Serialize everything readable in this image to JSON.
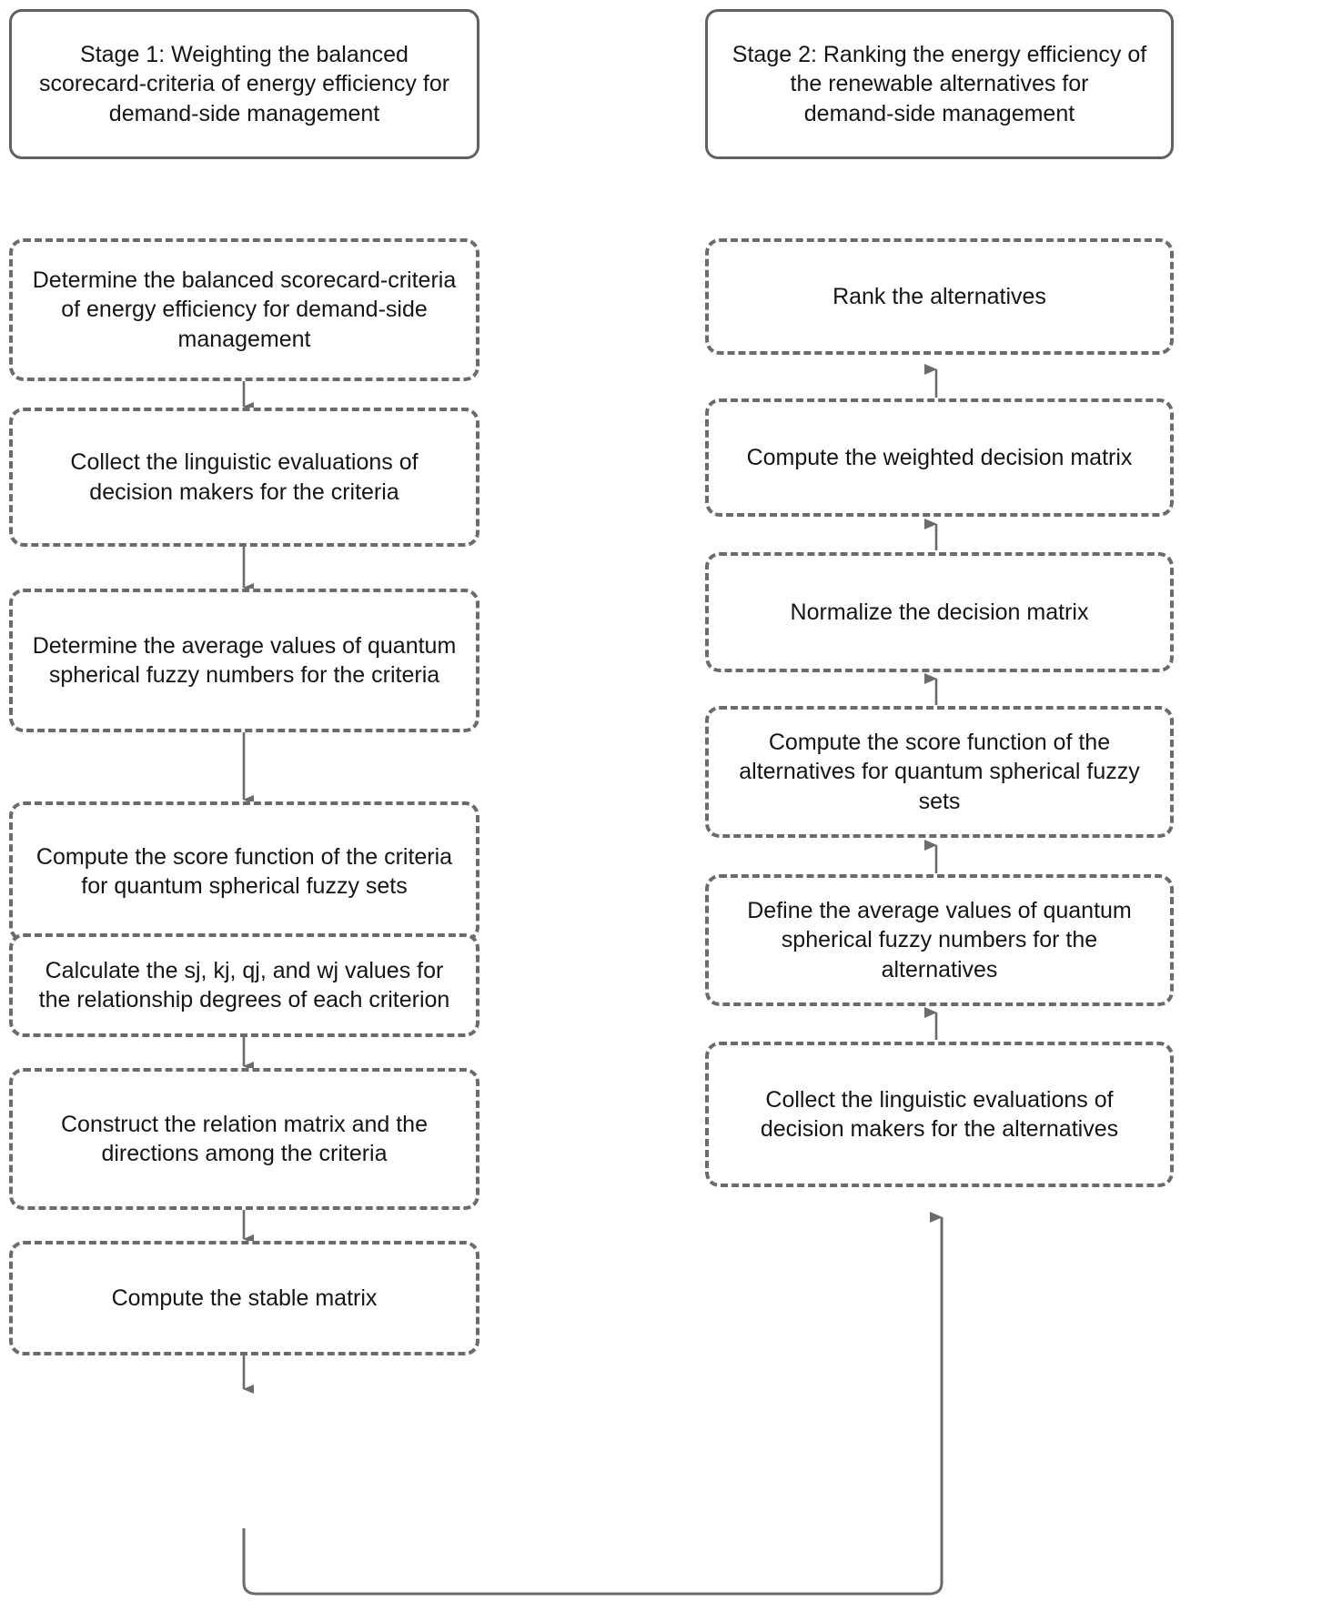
{
  "diagram": {
    "title_left": "Stage 1: Weighting the balanced scorecard-criteria of energy efficiency for demand-side management",
    "title_right": "Stage 2: Ranking the energy efficiency of the renewable alternatives for demand-side management",
    "line_color": "#6b6b6b",
    "header_border_color": "#616161",
    "text_color": "#151515"
  },
  "stage1": {
    "header": "Stage 1: Weighting the balanced\nscorecard-criteria of energy efficiency for\ndemand-side management",
    "steps": [
      {
        "id": "s1-1",
        "text": "Determine the balanced scorecard-criteria\nof energy efficiency for demand-side\nmanagement"
      },
      {
        "id": "s1-2",
        "text": "Collect the linguistic evaluations of\ndecision makers for the criteria"
      },
      {
        "id": "s1-3",
        "text": "Determine the average values of quantum\nspherical fuzzy numbers for the criteria"
      },
      {
        "id": "s1-4",
        "text": "Compute the score function of the criteria\nfor quantum spherical fuzzy sets"
      },
      {
        "id": "s1-5",
        "text": "Calculate the sj, kj, qj, and wj values for\nthe relationship degrees of each criterion"
      },
      {
        "id": "s1-6",
        "text": "Construct the relation matrix and the\ndirections among the criteria"
      },
      {
        "id": "s1-7",
        "text": "Compute the stable matrix"
      }
    ]
  },
  "stage2": {
    "header": "Stage 2: Ranking the energy efficiency of\nthe renewable alternatives for\ndemand-side management",
    "steps": [
      {
        "id": "s2-1",
        "text": "Rank the alternatives"
      },
      {
        "id": "s2-2",
        "text": "Compute the weighted decision matrix"
      },
      {
        "id": "s2-3",
        "text": "Normalize the decision matrix"
      },
      {
        "id": "s2-4",
        "text": "Compute the score function of the\nalternatives for quantum spherical fuzzy\nsets"
      },
      {
        "id": "s2-5",
        "text": "Define the average values of quantum\nspherical fuzzy numbers for the\nalternatives"
      },
      {
        "id": "s2-6",
        "text": "Collect the linguistic evaluations of\ndecision makers for the alternatives"
      }
    ]
  },
  "connectors": {
    "stage1_flow": "downward",
    "stage2_flow": "upward",
    "cross_stage": "from Compute the stable matrix to Collect the linguistic evaluations of decision makers for the alternatives"
  }
}
